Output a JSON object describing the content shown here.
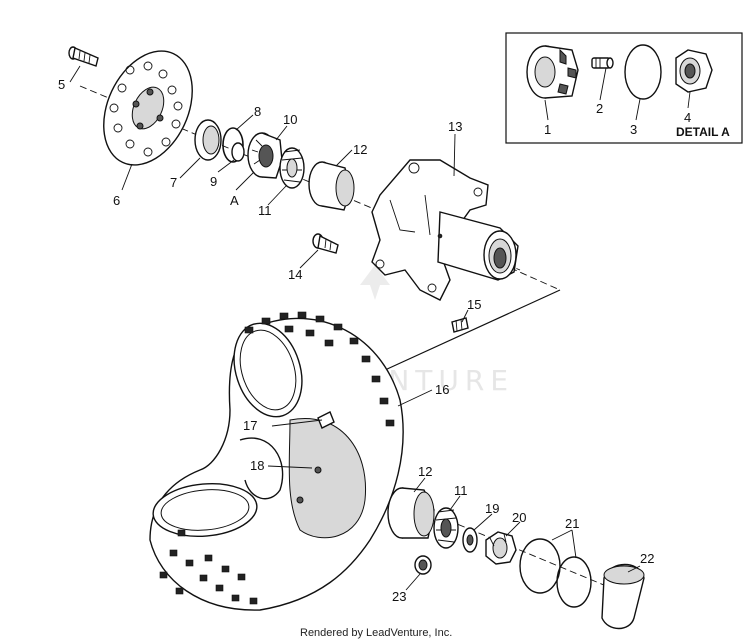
{
  "callouts": [
    "1",
    "2",
    "3",
    "4",
    "5",
    "6",
    "7",
    "8",
    "9",
    "10",
    "11",
    "12",
    "13",
    "14",
    "15",
    "16",
    "17",
    "18",
    "12",
    "11",
    "19",
    "20",
    "21",
    "22",
    "23",
    "A"
  ],
  "detail_caption": "DETAIL A",
  "watermark": "LEADVENTURE",
  "footer": "Rendered by LeadVenture, Inc."
}
